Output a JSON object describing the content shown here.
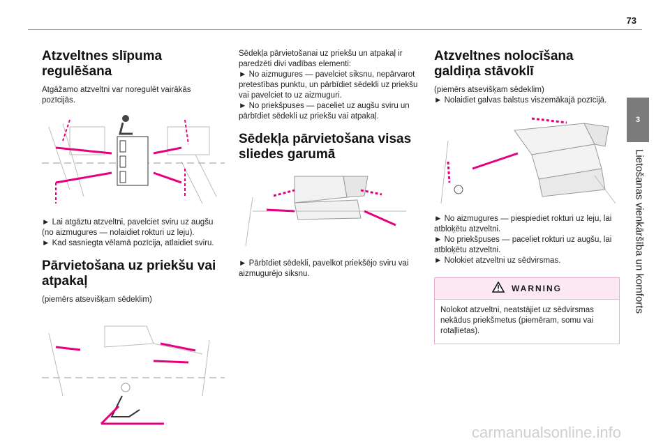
{
  "page": {
    "number": "73",
    "chapter_number": "3",
    "chapter_title": "Lietošanas vienkāršība un komforts",
    "footer_watermark": "carmanualsonline.info"
  },
  "col1": {
    "title1": "Atzveltnes slīpuma regulēšana",
    "intro1": "Atgāžamo atzveltni var noregulēt vairākās pozīcijās.",
    "step1": "► Lai atgāztu atzveltni, pavelciet sviru uz augšu (no aizmugures — nolaidiet rokturi uz leju).",
    "step2": "► Kad sasniegta vēlamā pozīcija, atlaidiet sviru.",
    "title2": "Pārvietošana uz priekšu vai atpakaļ",
    "intro2": "(piemērs atsevišķam sēdeklim)"
  },
  "col2": {
    "intro": "Sēdekļa pārvietošanai uz priekšu un atpakaļ ir paredzēti divi vadības elementi:",
    "step1": "► No aizmugures — pavelciet siksnu, nepārvarot pretestības punktu, un pārbīdiet sēdekli uz priekšu vai pavelciet to uz aizmuguri.",
    "step2": "► No priekšpuses — paceliet uz augšu sviru un pārbīdiet sēdekli uz priekšu vai atpakaļ.",
    "title": "Sēdekļa pārvietošana visas sliedes garumā",
    "step3": "► Pārbīdiet sēdekli, pavelkot priekšējo sviru vai aizmugurējo siksnu."
  },
  "col3": {
    "title": "Atzveltnes nolocīšana galdiņa stāvoklī",
    "intro": "(piemērs atsevišķam sēdeklim)",
    "step1": "► Nolaidiet galvas balstus viszemākajā pozīcijā.",
    "step2": "► No aizmugures — piespiediet rokturi uz leju, lai atbloķētu atzveltni.",
    "step3": "► No priekšpuses — paceliet rokturi uz augšu, lai atbloķētu atzveltni.",
    "step4": "► Nolokiet atzveltni uz sēdvirsmas.",
    "warning_title": "WARNING",
    "warning_text": "Nolokot atzveltni, neatstājiet uz sēdvirsmas nekādus priekšmetus (piemēram, somu vai rotaļlietas)."
  },
  "colors": {
    "accent": "#e5007e",
    "warning_bg": "#fbe8f3",
    "tab_gray": "#7b7b7b"
  }
}
